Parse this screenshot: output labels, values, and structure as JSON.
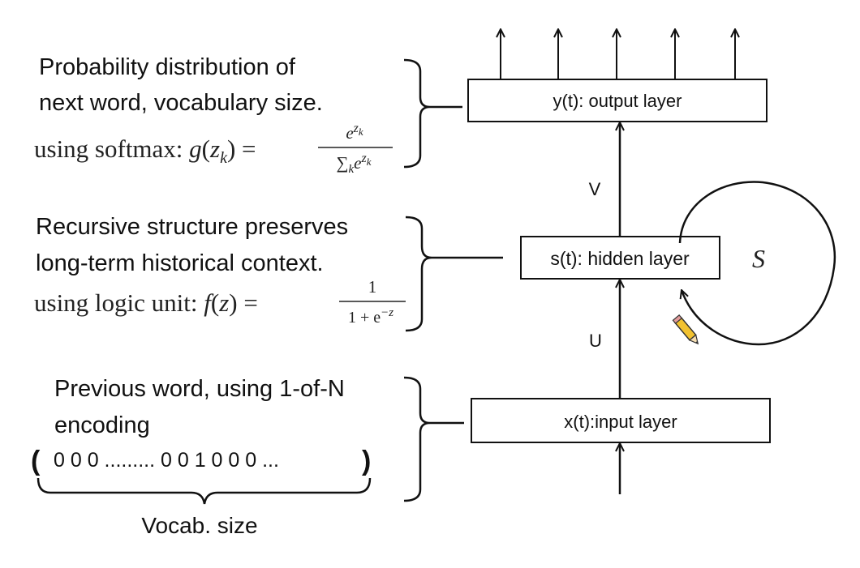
{
  "layers": {
    "output": "y(t): output layer",
    "hidden": "s(t): hidden layer",
    "input": "x(t):input layer"
  },
  "weights": {
    "v": "V",
    "u": "U",
    "recurrent": "S"
  },
  "annotations": {
    "output": {
      "line1": "Probability distribution of",
      "line2": "next word, vocabulary size.",
      "formula_prefix": "using softmax: ",
      "formula_fn": "g",
      "formula_arg": "z",
      "formula_arg_sub": "k",
      "formula_eq": "=",
      "numerator_base": "e",
      "numerator_exp": "z",
      "numerator_exp_sub": "k",
      "denominator_sum": "∑",
      "denominator_sum_sub": "k",
      "denominator_base": "e",
      "denominator_exp": "z",
      "denominator_exp_sub": "k"
    },
    "hidden": {
      "line1": "Recursive structure preserves",
      "line2": "long-term historical context.",
      "formula_prefix": "using logic unit: ",
      "formula_fn": "f",
      "formula_arg": "z",
      "formula_eq": "=",
      "numerator": "1",
      "denominator": "1 + e",
      "denominator_exp": "−z"
    },
    "input": {
      "line1": "Previous word, using 1-of-N",
      "line2": "encoding",
      "vector": "0 0 0 ......... 0 0 1 0 0 0 ...",
      "vector_open": "(",
      "vector_close": ")",
      "brace_label": "Vocab. size"
    }
  },
  "icons": [
    "pencil-icon"
  ]
}
